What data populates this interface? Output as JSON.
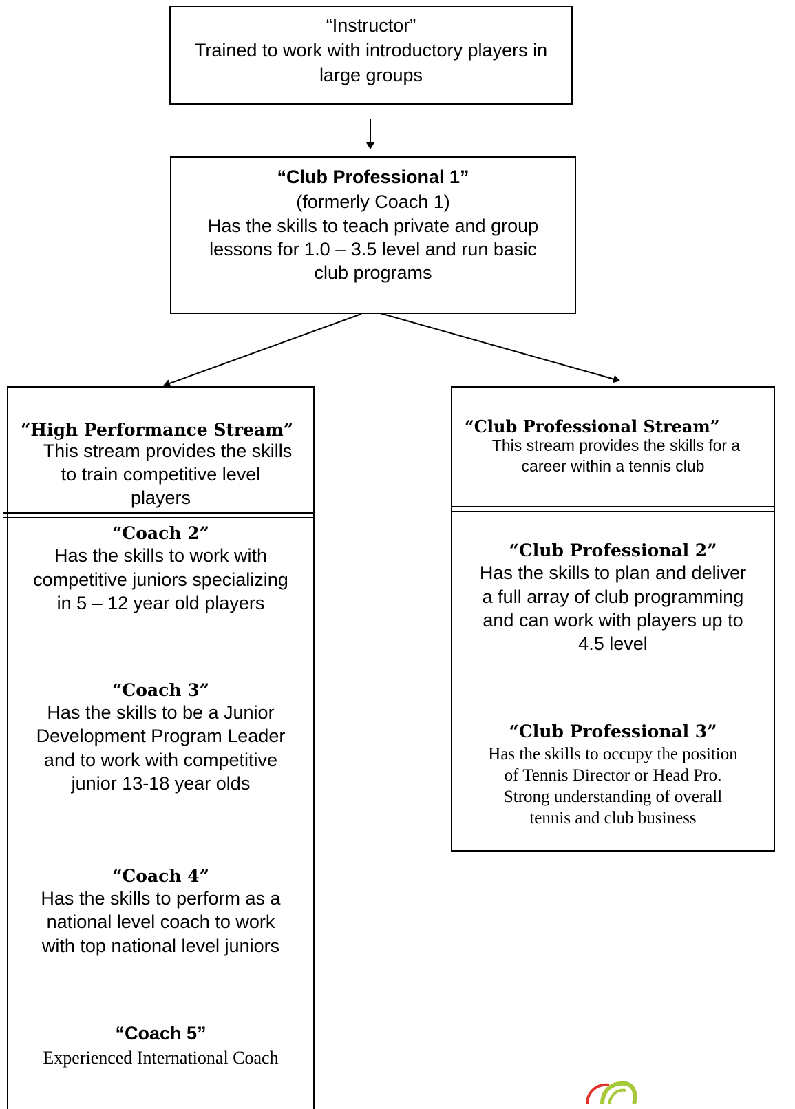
{
  "instructor": {
    "title": "“Instructor”",
    "desc_1": "Trained to work with introductory players in",
    "desc_2": "large groups"
  },
  "club_pro_1": {
    "title": "“Club Professional 1”",
    "subtitle": "(formerly Coach 1)",
    "desc_1": "Has the skills to teach private and group",
    "desc_2": "lessons for 1.0 – 3.5 level and run basic",
    "desc_3": "club programs"
  },
  "high_performance": {
    "title": "“High Performance Stream”",
    "desc_1": "This stream provides the skills",
    "desc_2": "to train competitive level",
    "desc_3": "players"
  },
  "club_pro_stream": {
    "title": "“Club Professional Stream”",
    "desc_1": "This stream provides the skills for a",
    "desc_2": "career within a tennis club"
  },
  "coach_2": {
    "title": "“Coach 2”",
    "desc_1": "Has the skills to work with",
    "desc_2": "competitive juniors specializing",
    "desc_3": "in 5 – 12 year old players"
  },
  "coach_3": {
    "title": "“Coach 3”",
    "desc_1": "Has the skills to be a Junior",
    "desc_2": "Development Program Leader",
    "desc_3": "and to work with competitive",
    "desc_4": "junior 13-18 year olds"
  },
  "coach_4": {
    "title": "“Coach 4”",
    "desc_1": "Has the skills to perform as a",
    "desc_2": "national level coach to work",
    "desc_3": "with top national level juniors"
  },
  "coach_5": {
    "title": "“Coach 5”",
    "desc_1": "Experienced International Coach"
  },
  "club_pro_2": {
    "title": "“Club Professional 2”",
    "desc_1": "Has the skills to plan and deliver",
    "desc_2": "a full array of club programming",
    "desc_3": "and can work with players up to",
    "desc_4": "4.5 level"
  },
  "club_pro_3": {
    "title": "“Club Professional 3”",
    "desc_1": "Has the skills to occupy the position",
    "desc_2": "of Tennis Director or Head Pro.",
    "desc_3": "Strong understanding of overall",
    "desc_4": "tennis and club business"
  },
  "colors": {
    "logo_green": "#a6c93a",
    "logo_red": "#e0312b"
  },
  "logo_icon": "partial-logo-icon"
}
